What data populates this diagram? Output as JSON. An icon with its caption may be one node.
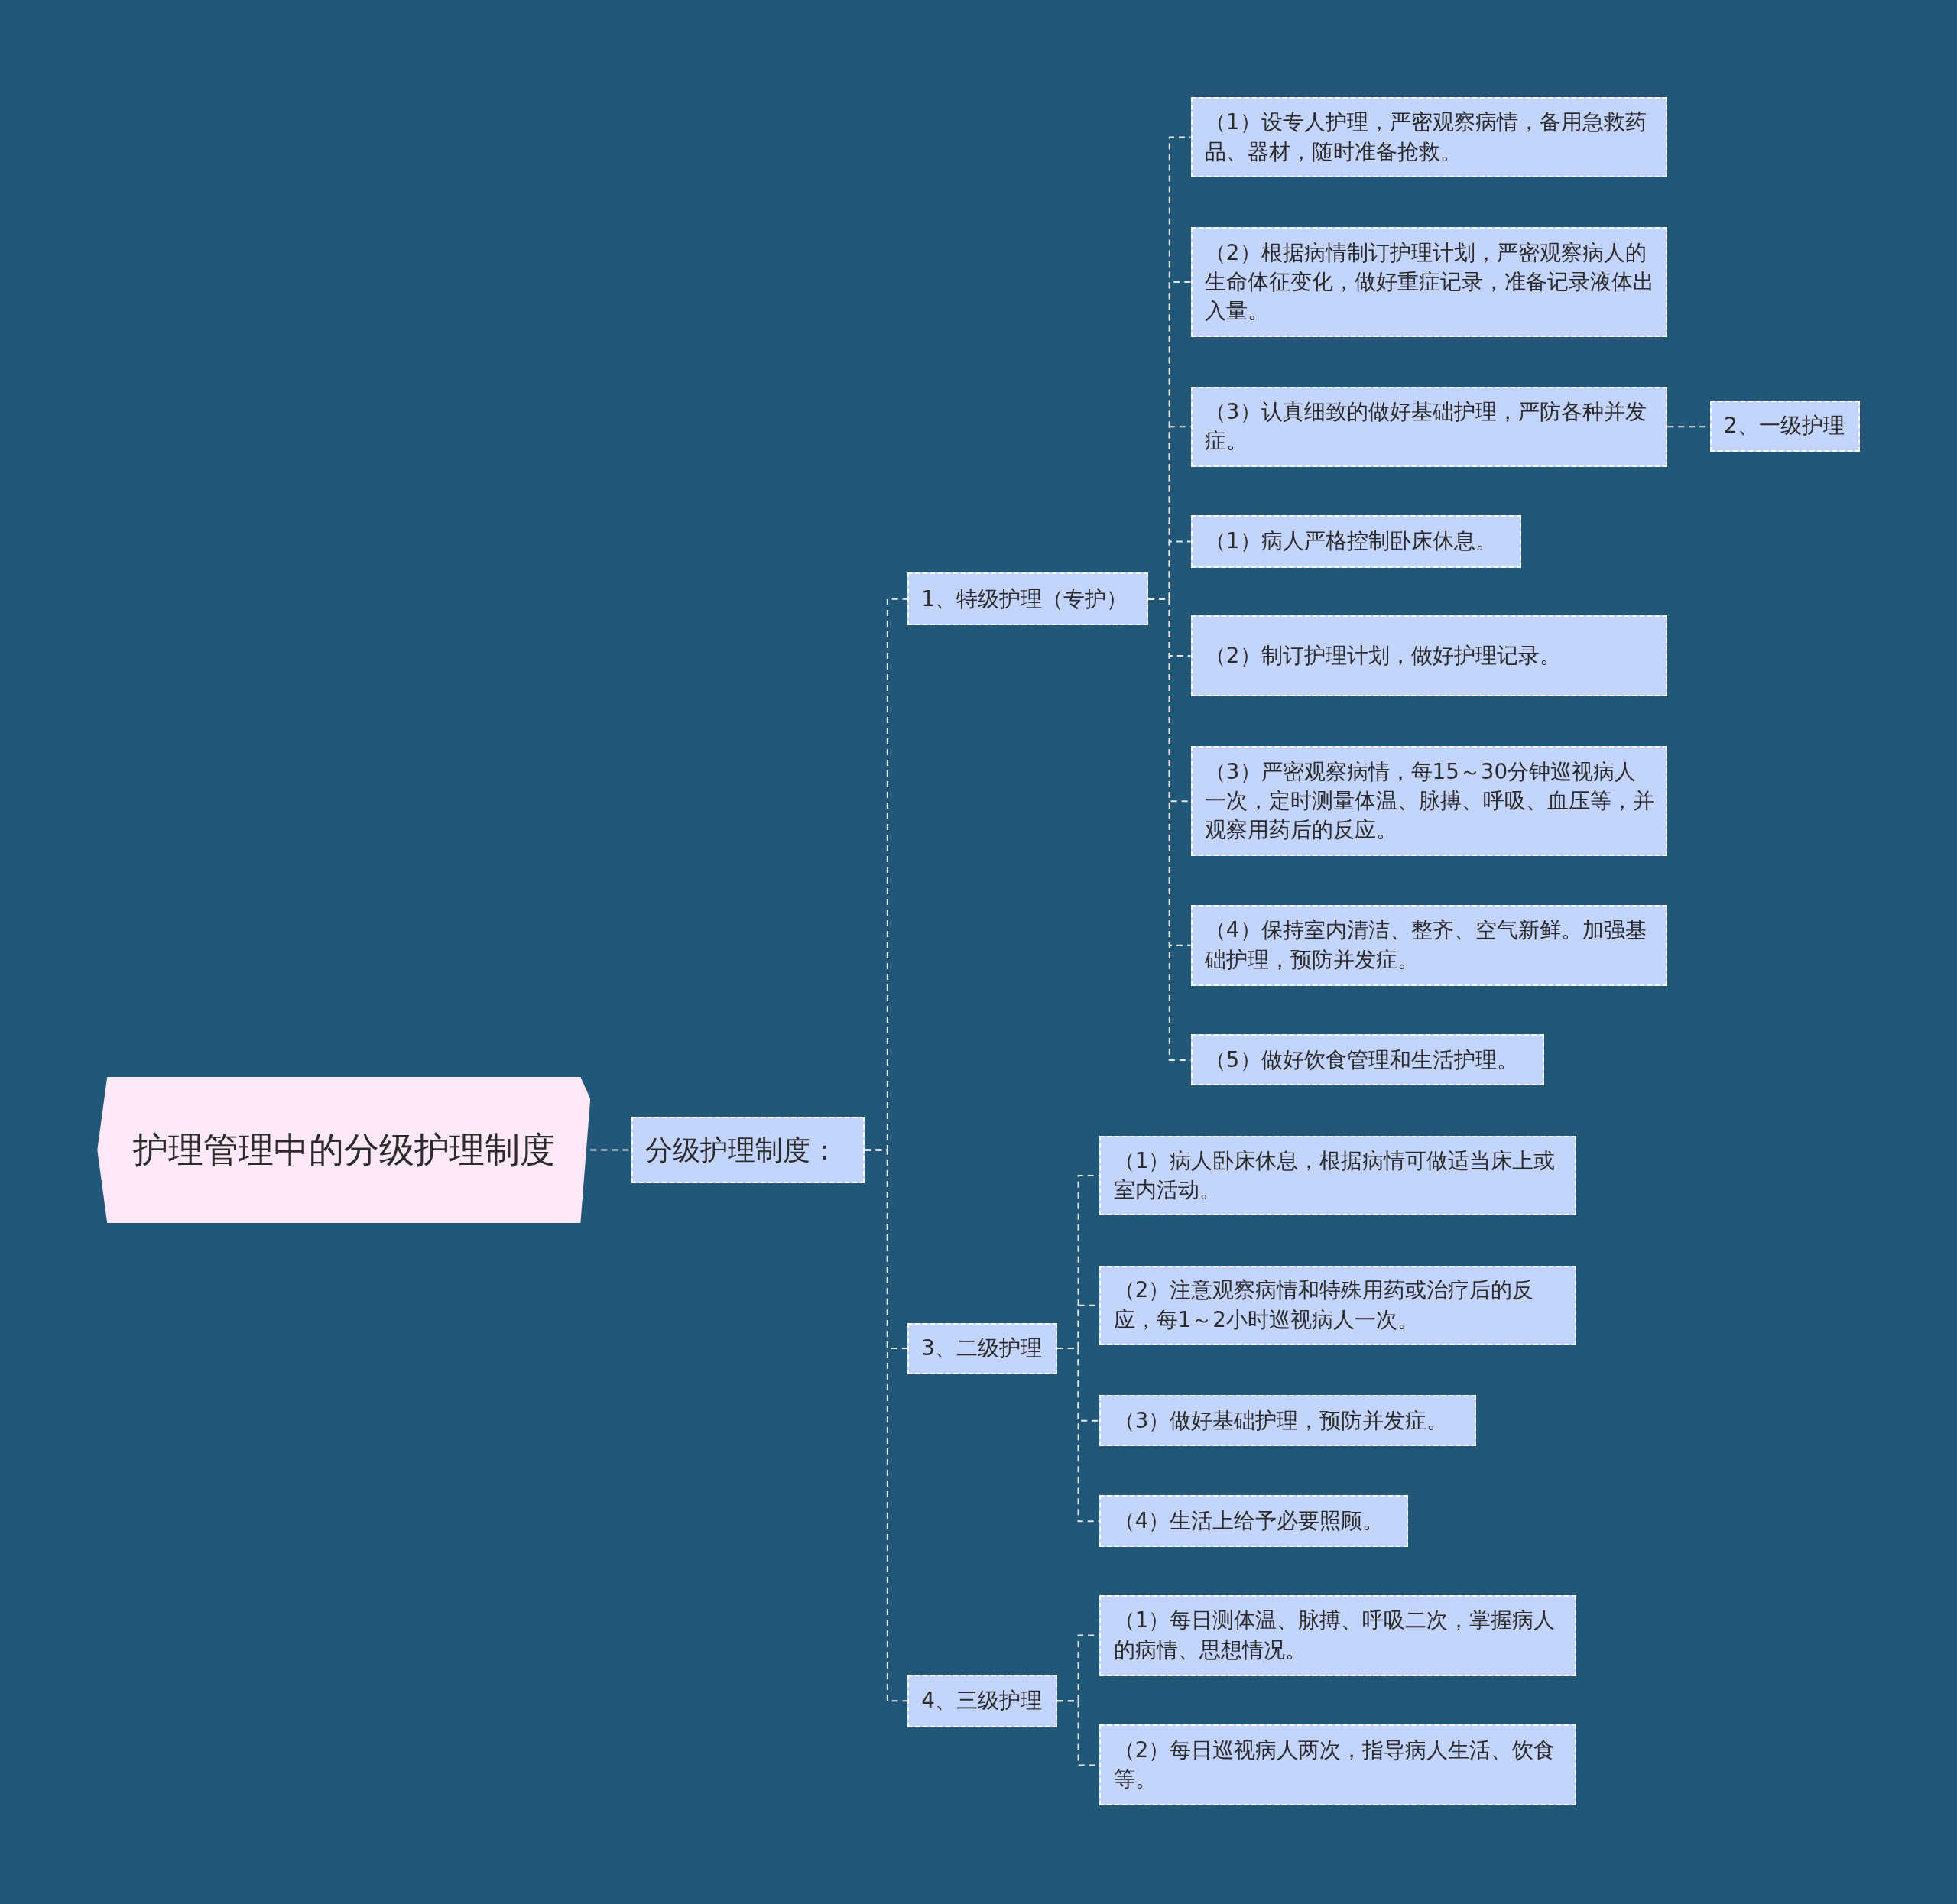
{
  "diagram": {
    "nodes": [
      {
        "text": [
          "护理管理中的分级护理制度"
        ]
      },
      {
        "text": [
          "分级护理制度："
        ]
      },
      {
        "text": [
          "1、特级护理（专护）"
        ]
      },
      {
        "text": [
          "（1）设专人护理，严密观察病情，备用急救药品、器材，随时准备抢救。"
        ]
      },
      {
        "text": [
          "（2）根据病情制订护理计划，严密观察病人的生命体征变化，做好重症记录，准备记录液体出入量。"
        ]
      },
      {
        "text": [
          "（3）认真细致的做好基础护理，严防各种并发症。"
        ]
      },
      {
        "text": [
          "2、一级护理"
        ]
      },
      {
        "text": [
          "（1）病人严格控制卧床休息。"
        ]
      },
      {
        "text": [
          "（2）制订护理计划，做好护理记录。"
        ]
      },
      {
        "text": [
          "（3）严密观察病情，每15～30分钟巡视病人一次，定时测量体温、脉搏、呼吸、血压等，并观察用药后的反应。"
        ]
      },
      {
        "text": [
          "（4）保持室内清洁、整齐、空气新鲜。加强基础护理，预防并发症。"
        ]
      },
      {
        "text": [
          "（5）做好饮食管理和生活护理。"
        ]
      },
      {
        "text": [
          "3、二级护理"
        ]
      },
      {
        "text": [
          "（1）病人卧床休息，根据病情可做适当床上或室内活动。"
        ]
      },
      {
        "text": [
          "（2）注意观察病情和特殊用药或治疗后的反应，每1～2小时巡视病人一次。"
        ]
      },
      {
        "text": [
          "（3）做好基础护理，预防并发症。"
        ]
      },
      {
        "text": [
          "（4）生活上给予必要照顾。"
        ]
      },
      {
        "text": [
          "4、三级护理"
        ]
      },
      {
        "text": [
          "（1）每日测体温、脉搏、呼吸二次，掌握病人的病情、思想情况。"
        ]
      },
      {
        "text": [
          "（2）每日巡视病人两次，指导病人生活、饮食等。"
        ]
      }
    ],
    "edges": [
      {
        "from": 0,
        "to": 1,
        "arrow": "none"
      },
      {
        "from": 1,
        "to": 2,
        "arrow": "none"
      },
      {
        "from": 1,
        "to": 12,
        "arrow": "none"
      },
      {
        "from": 1,
        "to": 17,
        "arrow": "none"
      },
      {
        "from": 2,
        "to": 3,
        "arrow": "none"
      },
      {
        "from": 2,
        "to": 4,
        "arrow": "none"
      },
      {
        "from": 2,
        "to": 5,
        "arrow": "none"
      },
      {
        "from": 2,
        "to": 7,
        "arrow": "none"
      },
      {
        "from": 2,
        "to": 8,
        "arrow": "none"
      },
      {
        "from": 2,
        "to": 9,
        "arrow": "none"
      },
      {
        "from": 2,
        "to": 10,
        "arrow": "none"
      },
      {
        "from": 2,
        "to": 11,
        "arrow": "none"
      },
      {
        "from": 5,
        "to": 6,
        "arrow": "none"
      },
      {
        "from": 12,
        "to": 13,
        "arrow": "none"
      },
      {
        "from": 12,
        "to": 14,
        "arrow": "none"
      },
      {
        "from": 12,
        "to": 15,
        "arrow": "none"
      },
      {
        "from": 12,
        "to": 16,
        "arrow": "none"
      },
      {
        "from": 17,
        "to": 18,
        "arrow": "none"
      },
      {
        "from": 17,
        "to": 19,
        "arrow": "none"
      }
    ]
  }
}
